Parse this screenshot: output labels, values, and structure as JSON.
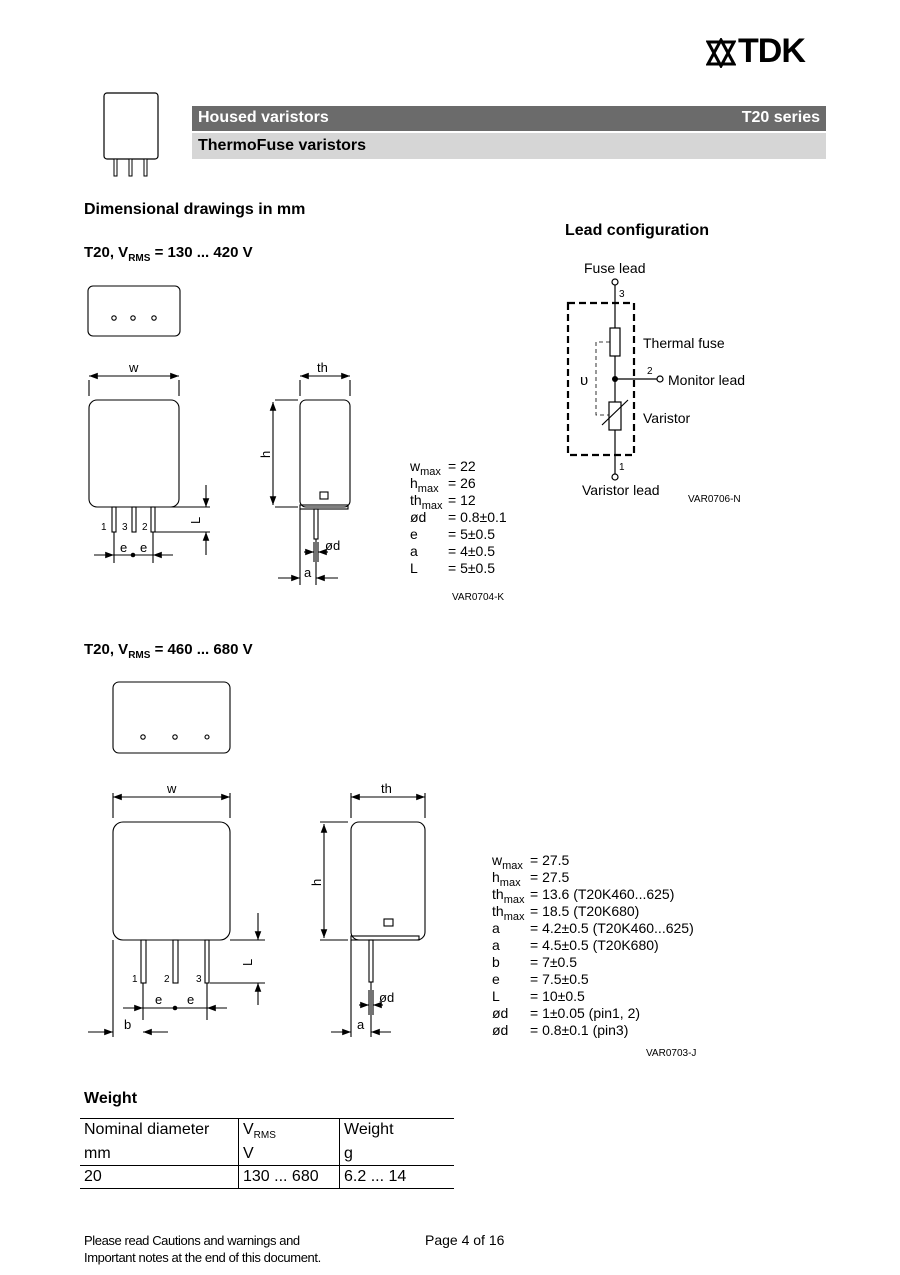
{
  "brand": {
    "name": "TDK"
  },
  "header": {
    "title": "Housed varistors",
    "series": "T20 series",
    "subtitle": "ThermoFuse varistors"
  },
  "section_title": "Dimensional drawings in mm",
  "drawing1": {
    "title_prefix": "T20, V",
    "title_sub": "RMS",
    "title_suffix": " = 130 ... 420 V",
    "labels": {
      "w": "w",
      "th": "th",
      "h": "h",
      "L": "L",
      "e1": "e",
      "e2": "e",
      "a": "a",
      "od": "ød",
      "p1": "1",
      "p3": "3",
      "p2": "2"
    },
    "specs": [
      {
        "k": "w",
        "s": "max",
        "v": "= 22"
      },
      {
        "k": "h",
        "s": "max",
        "v": "= 26"
      },
      {
        "k": "th",
        "s": "max",
        "v": "= 12"
      },
      {
        "k": "ød",
        "s": "",
        "v": "= 0.8±0.1"
      },
      {
        "k": "e",
        "s": "",
        "v": "= 5±0.5"
      },
      {
        "k": "a",
        "s": "",
        "v": "= 4±0.5"
      },
      {
        "k": "L",
        "s": "",
        "v": "= 5±0.5"
      }
    ],
    "ref": "VAR0704-K"
  },
  "lead_config": {
    "title": "Lead configuration",
    "fuse_lead": "Fuse lead",
    "thermal_fuse": "Thermal fuse",
    "monitor_lead": "Monitor lead",
    "varistor": "Varistor",
    "varistor_lead": "Varistor lead",
    "theta": "υ",
    "n3": "3",
    "n2": "2",
    "n1": "1",
    "ref": "VAR0706-N"
  },
  "drawing2": {
    "title_prefix": "T20, V",
    "title_sub": "RMS",
    "title_suffix": " = 460 ... 680 V",
    "labels": {
      "w": "w",
      "th": "th",
      "h": "h",
      "L": "L",
      "e1": "e",
      "e2": "e",
      "b": "b",
      "a": "a",
      "od": "ød",
      "p1": "1",
      "p2": "2",
      "p3": "3"
    },
    "specs": [
      {
        "k": "w",
        "s": "max",
        "v": "= 27.5"
      },
      {
        "k": "h",
        "s": "max",
        "v": "= 27.5"
      },
      {
        "k": "th",
        "s": "max",
        "v": "= 13.6 (T20K460...625)"
      },
      {
        "k": "th",
        "s": "max",
        "v": "= 18.5 (T20K680)"
      },
      {
        "k": "a",
        "s": "",
        "v": "= 4.2±0.5 (T20K460...625)"
      },
      {
        "k": "a",
        "s": "",
        "v": "= 4.5±0.5 (T20K680)"
      },
      {
        "k": "b",
        "s": "",
        "v": "= 7±0.5"
      },
      {
        "k": "e",
        "s": "",
        "v": "= 7.5±0.5"
      },
      {
        "k": "L",
        "s": "",
        "v": "= 10±0.5"
      },
      {
        "k": "ød",
        "s": "",
        "v": "= 1±0.05 (pin1, 2)"
      },
      {
        "k": "ød",
        "s": "",
        "v": "= 0.8±0.1 (pin3)"
      }
    ],
    "ref": "VAR0703-J"
  },
  "weight": {
    "title": "Weight",
    "headers": [
      {
        "line1": "Nominal diameter",
        "line1_sub": "",
        "line2": "mm"
      },
      {
        "line1": "V",
        "line1_sub": "RMS",
        "line2": "V"
      },
      {
        "line1": "Weight",
        "line1_sub": "",
        "line2": "g"
      }
    ],
    "rows": [
      [
        "20",
        "130 ... 680",
        "6.2 ... 14"
      ]
    ]
  },
  "footer": {
    "note_line1": "Please read Cautions and warnings and",
    "note_line2": "Important notes at the end of this document.",
    "page": "Page 4 of 16"
  }
}
